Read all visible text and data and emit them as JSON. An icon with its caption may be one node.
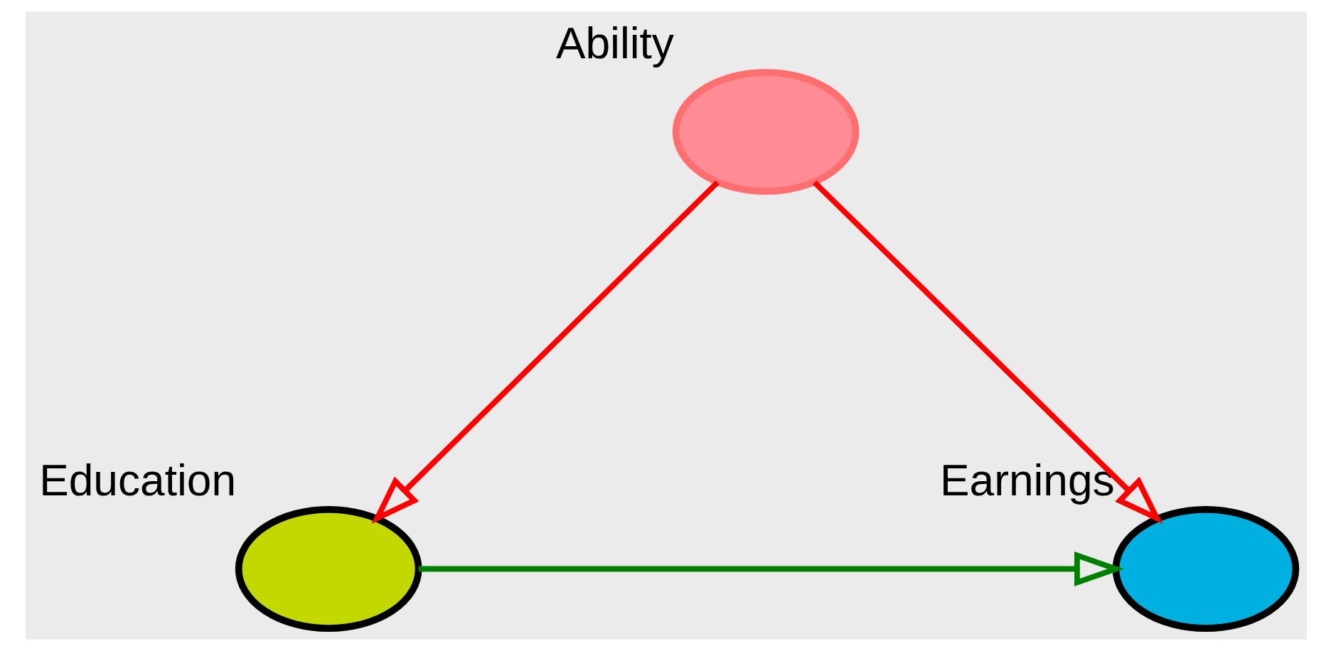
{
  "diagram": {
    "nodes": [
      {
        "text": [
          "Ability"
        ]
      },
      {
        "text": [
          "Earnings"
        ]
      },
      {
        "text": [
          "Education"
        ]
      }
    ],
    "edges": [
      {
        "from": 0,
        "to": 1,
        "arrow": "to"
      },
      {
        "from": 0,
        "to": 2,
        "arrow": "to"
      },
      {
        "from": 2,
        "to": 1,
        "arrow": "to",
        "color": "#008000"
      }
    ]
  }
}
